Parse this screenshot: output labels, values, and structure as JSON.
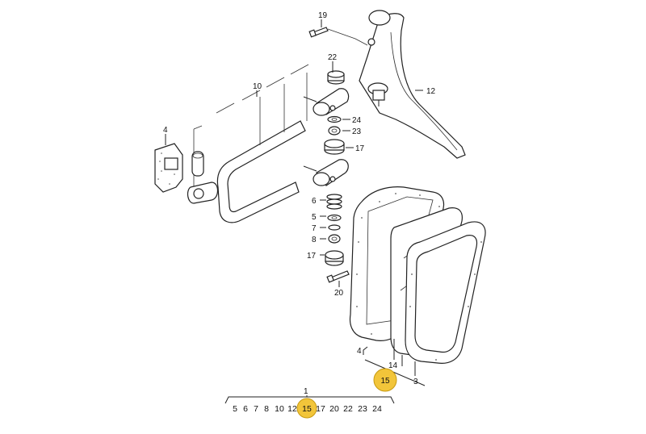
{
  "diagram": {
    "highlight_color": "#f2c53a",
    "highlight_stroke": "#c79a12",
    "callouts": {
      "c19": "19",
      "c22": "22",
      "c10": "10",
      "c12": "12",
      "c4a": "4",
      "c24": "24",
      "c23": "23",
      "c17a": "17",
      "c6": "6",
      "c5": "5",
      "c7": "7",
      "c8": "8",
      "c17b": "17",
      "c20": "20",
      "c4b": "4",
      "c14": "14",
      "c3": "3",
      "c1": "1",
      "c15": "15"
    },
    "sequence": [
      "5",
      "6",
      "7",
      "8",
      "10",
      "12",
      "15",
      "17",
      "20",
      "22",
      "23",
      "24"
    ],
    "sequence_highlight_index": 6
  }
}
